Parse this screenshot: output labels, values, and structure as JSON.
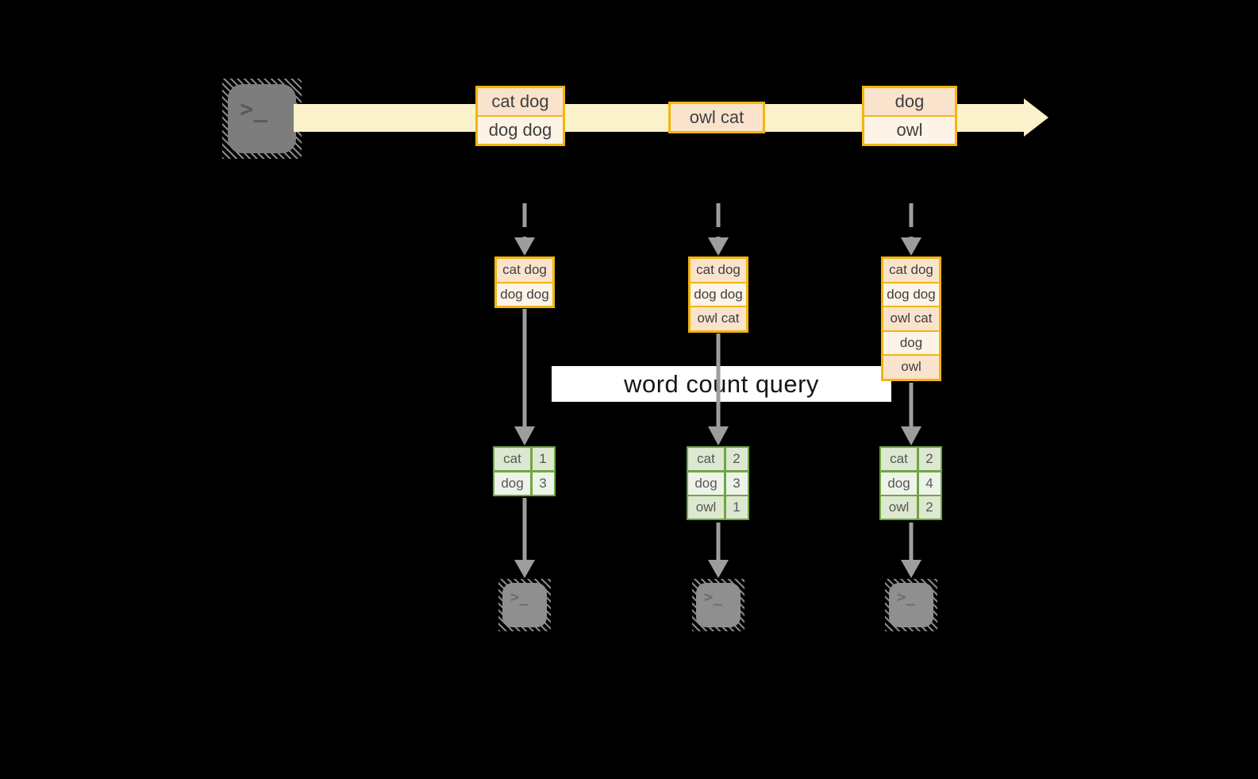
{
  "query_banner": {
    "label": "word count query"
  },
  "stream": {
    "source": {
      "icon": "terminal",
      "glyph": ">_"
    },
    "batches": [
      {
        "items": [
          "cat dog",
          "dog dog"
        ]
      },
      {
        "items": [
          "owl cat"
        ]
      },
      {
        "items": [
          "dog",
          "owl"
        ]
      }
    ]
  },
  "columns": [
    {
      "buffer": [
        "cat dog",
        "dog dog"
      ],
      "counts": [
        {
          "word": "cat",
          "count": "1"
        },
        {
          "word": "dog",
          "count": "3"
        }
      ],
      "sink": {
        "icon": "terminal",
        "glyph": ">_"
      }
    },
    {
      "buffer": [
        "cat dog",
        "dog dog",
        "owl cat"
      ],
      "counts": [
        {
          "word": "cat",
          "count": "2"
        },
        {
          "word": "dog",
          "count": "3"
        },
        {
          "word": "owl",
          "count": "1"
        }
      ],
      "sink": {
        "icon": "terminal",
        "glyph": ">_"
      }
    },
    {
      "buffer": [
        "cat dog",
        "dog dog",
        "owl cat",
        "dog",
        "owl"
      ],
      "counts": [
        {
          "word": "cat",
          "count": "2"
        },
        {
          "word": "dog",
          "count": "4"
        },
        {
          "word": "owl",
          "count": "2"
        }
      ],
      "sink": {
        "icon": "terminal",
        "glyph": ">_"
      }
    }
  ],
  "colors": {
    "stream_band": "#FBF1CB",
    "cell_peach": "#FAE3CC",
    "cell_cream": "#FDF3E6",
    "border_gold": "#F2B60C",
    "table_border_green": "#6FA644",
    "table_cell_green": "#DCE8CF",
    "table_cell_light": "#EEF3EA",
    "arrow_gray": "#9D9D9D",
    "banner_bg": "#FFFFFF",
    "background": "#000000"
  }
}
